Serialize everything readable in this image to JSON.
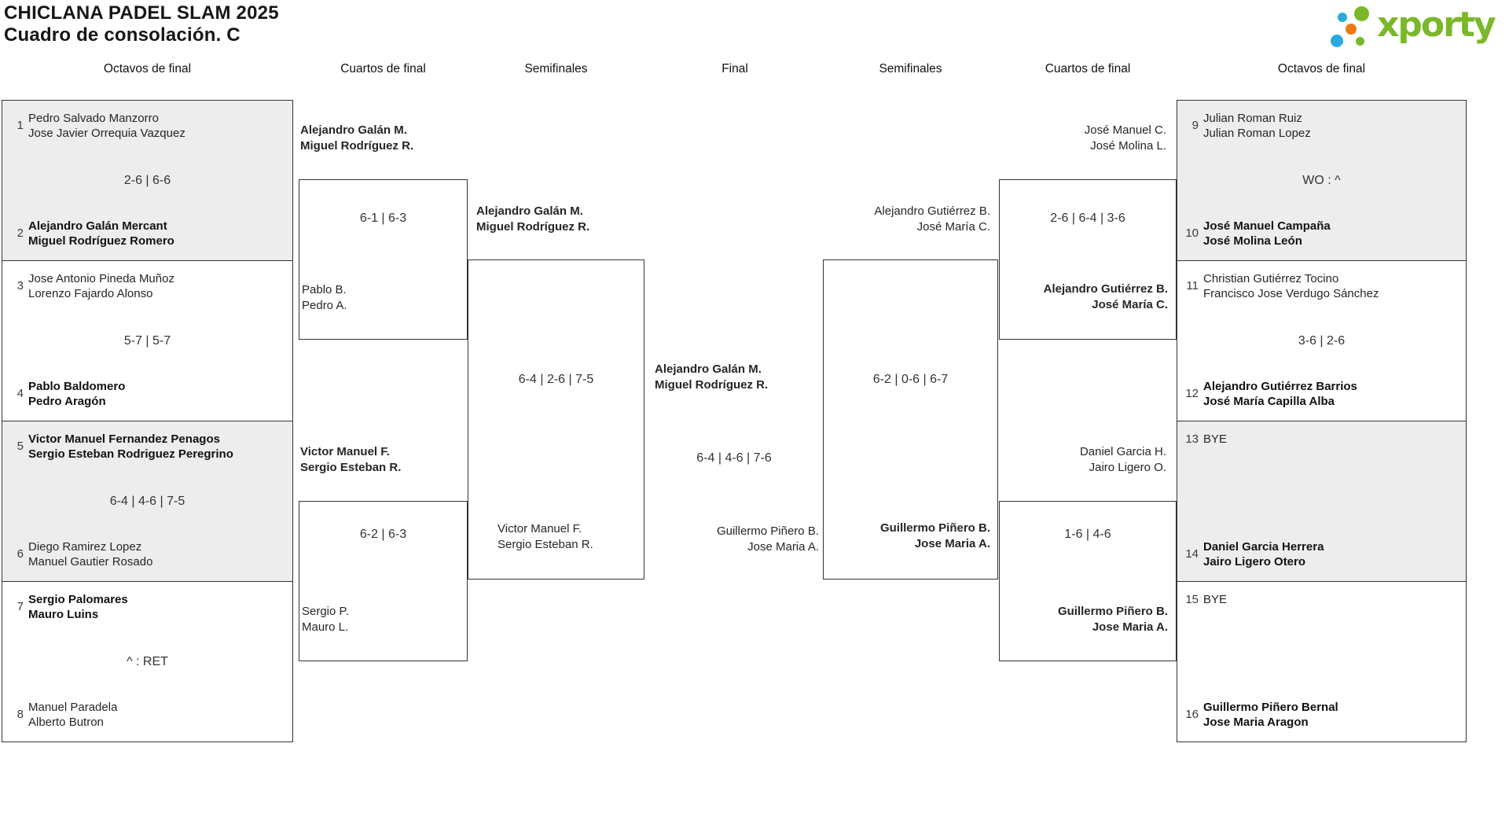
{
  "page": {
    "title_line1": "CHICLANA PADEL SLAM 2025",
    "title_line2": "Cuadro de consolación. C"
  },
  "logo": {
    "text": "xporty",
    "colors": {
      "green": "#7ab829",
      "blue": "#2aa9e0",
      "orange": "#ee7a14"
    }
  },
  "round_headers": [
    "Octavos de final",
    "Cuartos de final",
    "Semifinales",
    "Final",
    "Semifinales",
    "Cuartos de final",
    "Octavos de final"
  ],
  "r16": [
    {
      "seed_top": "1",
      "team_top": [
        "Pedro Salvado Manzorro",
        "Jose Javier Orrequia Vazquez"
      ],
      "score": "2-6 | 6-6",
      "seed_bottom": "2",
      "team_bottom": [
        "Alejandro Galán Mercant",
        "Miguel Rodríguez Romero"
      ]
    },
    {
      "seed_top": "3",
      "team_top": [
        "Jose Antonio Pineda Muñoz",
        "Lorenzo Fajardo Alonso"
      ],
      "score": "5-7 | 5-7",
      "seed_bottom": "4",
      "team_bottom": [
        "Pablo Baldomero",
        "Pedro Aragón"
      ]
    },
    {
      "seed_top": "5",
      "team_top": [
        "Victor Manuel Fernandez Penagos",
        "Sergio Esteban Rodriguez Peregrino"
      ],
      "score": "6-4 | 4-6 | 7-5",
      "seed_bottom": "6",
      "team_bottom": [
        "Diego Ramirez Lopez",
        "Manuel Gautier Rosado"
      ]
    },
    {
      "seed_top": "7",
      "team_top": [
        "Sergio Palomares",
        "Mauro Luins"
      ],
      "score": "^ : RET",
      "seed_bottom": "8",
      "team_bottom": [
        "Manuel Paradela",
        "Alberto Butron"
      ]
    },
    {
      "seed_top": "9",
      "team_top": [
        "Julian Roman Ruiz",
        "Julian Roman Lopez"
      ],
      "score": "WO : ^",
      "seed_bottom": "10",
      "team_bottom": [
        "José Manuel Campaña",
        "José Molina León"
      ]
    },
    {
      "seed_top": "11",
      "team_top": [
        "Christian Gutiérrez Tocino",
        "Francisco Jose Verdugo Sánchez"
      ],
      "score": "3-6 | 2-6",
      "seed_bottom": "12",
      "team_bottom": [
        "Alejandro Gutiérrez Barrios",
        "José María Capilla Alba"
      ]
    },
    {
      "seed_top": "13",
      "team_top": [
        "BYE"
      ],
      "score": "",
      "seed_bottom": "14",
      "team_bottom": [
        "Daniel Garcia Herrera",
        "Jairo Ligero Otero"
      ]
    },
    {
      "seed_top": "15",
      "team_top": [
        "BYE"
      ],
      "score": "",
      "seed_bottom": "16",
      "team_bottom": [
        "Guillermo Piñero Bernal",
        "Jose Maria Aragon"
      ]
    }
  ],
  "qf": [
    {
      "top": [
        "Alejandro Galán M.",
        "Miguel Rodríguez R."
      ],
      "score": "6-1 | 6-3",
      "bottom": [
        "Pablo B.",
        "Pedro A."
      ]
    },
    {
      "top": [
        "Victor Manuel F.",
        "Sergio Esteban R."
      ],
      "score": "6-2 | 6-3",
      "bottom": [
        "Sergio P.",
        "Mauro L."
      ]
    },
    {
      "top": [
        "José Manuel C.",
        "José Molina L."
      ],
      "score": "2-6 | 6-4 | 3-6",
      "bottom": [
        "Alejandro Gutiérrez B.",
        "José María C."
      ]
    },
    {
      "top": [
        "Daniel Garcia H.",
        "Jairo Ligero O."
      ],
      "score": "1-6 | 4-6",
      "bottom": [
        "Guillermo Piñero B.",
        "Jose Maria A."
      ]
    }
  ],
  "sf": [
    {
      "top": [
        "Alejandro Galán M.",
        "Miguel Rodríguez R."
      ],
      "score": "6-4 | 2-6 | 7-5",
      "bottom": [
        "Victor Manuel F.",
        "Sergio Esteban R."
      ]
    },
    {
      "top": [
        "Alejandro Gutiérrez B.",
        "José María C."
      ],
      "score": "6-2 | 0-6 | 6-7",
      "bottom": [
        "Guillermo Piñero B.",
        "Jose Maria A."
      ]
    }
  ],
  "final": {
    "winner": [
      "Alejandro Galán M.",
      "Miguel Rodríguez R."
    ],
    "score": "6-4 | 4-6 | 7-6",
    "runner_up": [
      "Guillermo Piñero B.",
      "Jose Maria A."
    ]
  }
}
